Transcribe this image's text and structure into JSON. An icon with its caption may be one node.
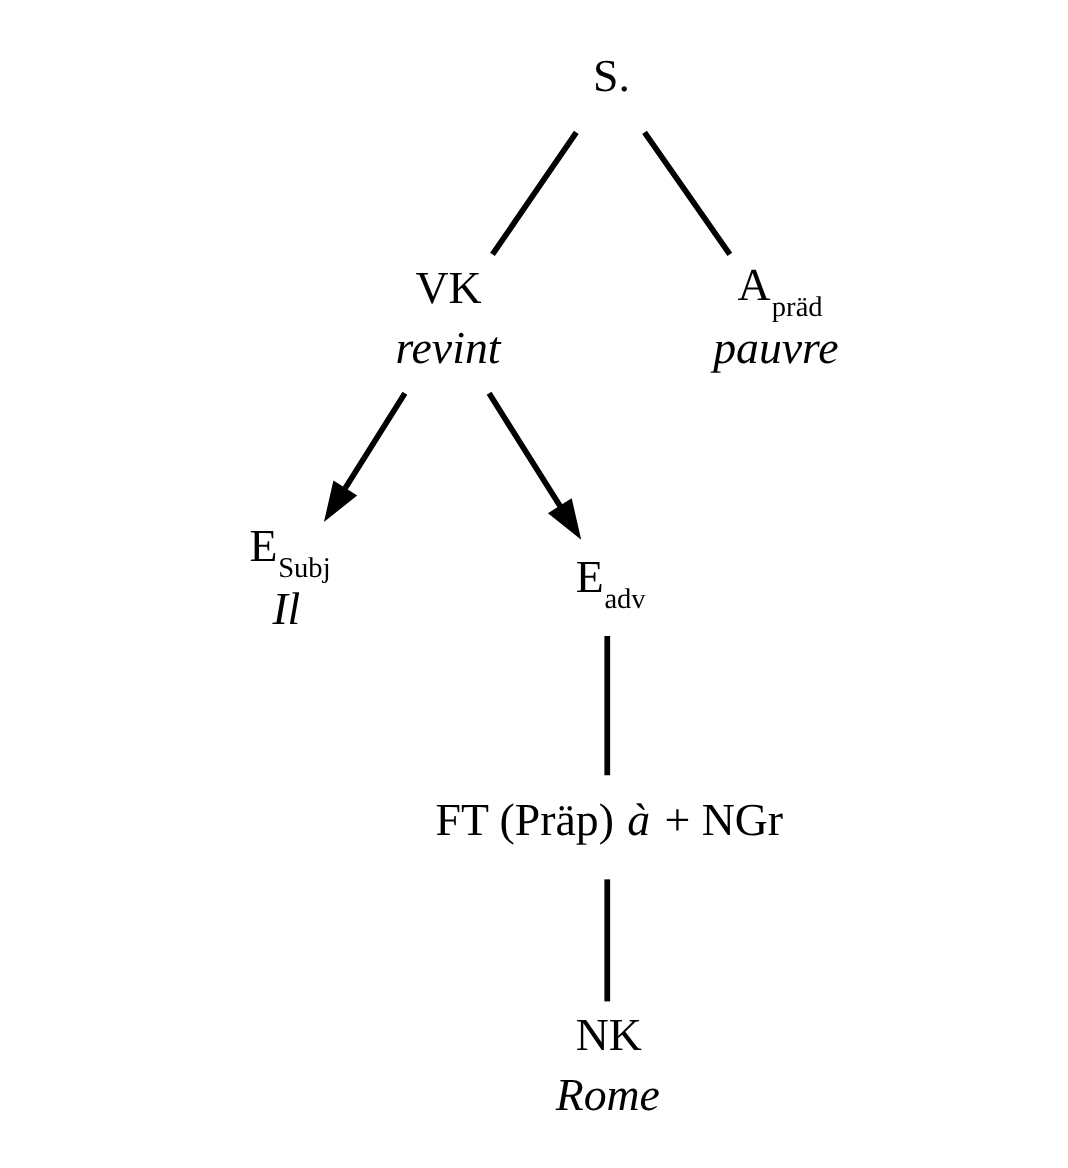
{
  "diagram": {
    "nodes": [
      {
        "text": [
          "S."
        ]
      },
      {
        "text": [
          "VK",
          "revint"
        ]
      },
      {
        "text": [
          "A$_{präd}$",
          "pauvre"
        ]
      },
      {
        "text": [
          "E$_{Subj}$",
          "Il"
        ]
      },
      {
        "text": [
          "E$_{adv}$"
        ]
      },
      {
        "text": [
          "FT (Präp) *à* + NGr"
        ]
      },
      {
        "text": [
          "NK",
          "Rome"
        ]
      }
    ],
    "edges": [
      {
        "from": 0,
        "to": 1,
        "arrow": "none"
      },
      {
        "from": 0,
        "to": 2,
        "arrow": "none"
      },
      {
        "from": 1,
        "to": 3,
        "arrow": "to"
      },
      {
        "from": 1,
        "to": 4,
        "arrow": "to"
      },
      {
        "from": 4,
        "to": 5,
        "arrow": "none"
      },
      {
        "from": 5,
        "to": 6,
        "arrow": "none"
      }
    ]
  }
}
